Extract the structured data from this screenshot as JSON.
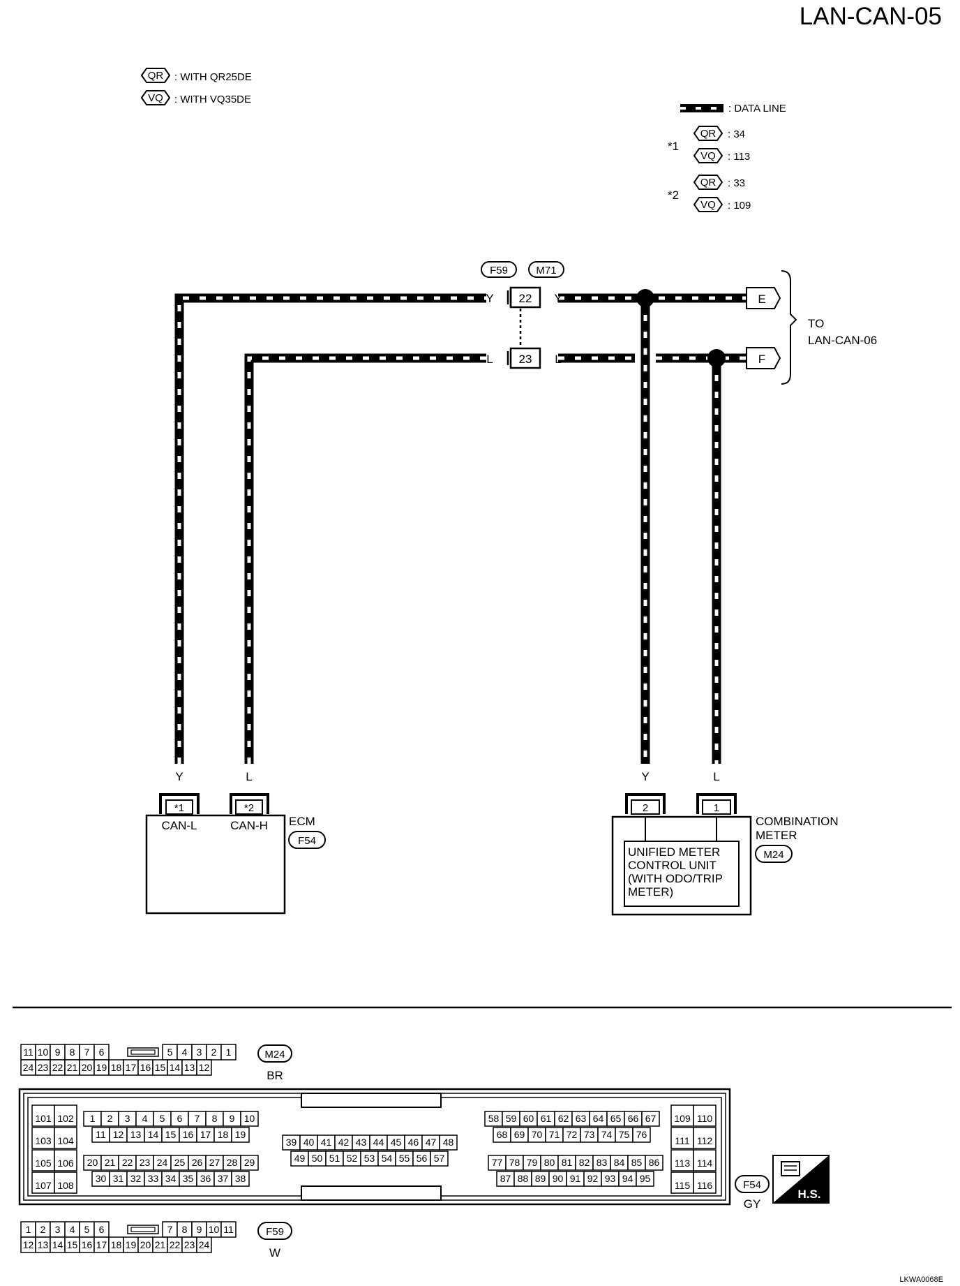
{
  "page_title": "LAN-CAN-05",
  "image_code": "LKWA0068E",
  "legend": {
    "qr_tag": "QR",
    "qr_text": ": WITH QR25DE",
    "vq_tag": "VQ",
    "vq_text": ": WITH VQ35DE",
    "data_line": ": DATA LINE",
    "note1_star": "*1",
    "note1_qr": ": 34",
    "note1_vq": ": 113",
    "note2_star": "*2",
    "note2_qr": ": 33",
    "note2_vq": ": 109"
  },
  "junction": {
    "conn_a": "F59",
    "conn_b": "M71",
    "pin_upper": "22",
    "pin_lower": "23"
  },
  "wire_colors": {
    "yellow": "Y",
    "blue": "L"
  },
  "destination": {
    "to": "TO",
    "target": "LAN-CAN-06",
    "arrow_e": "E",
    "arrow_f": "F"
  },
  "ecm": {
    "name": "ECM",
    "connector": "F54",
    "pin_l": "*1",
    "pin_h": "*2",
    "label_l": "CAN-L",
    "label_h": "CAN-H"
  },
  "meter": {
    "name_line1": "COMBINATION",
    "name_line2": "METER",
    "connector": "M24",
    "pin_2": "2",
    "pin_1": "1",
    "unit_lines": [
      "UNIFIED METER",
      "CONTROL UNIT",
      "(WITH ODO/TRIP",
      "METER)"
    ]
  },
  "connectors": {
    "m24": {
      "id": "M24",
      "color": "BR",
      "row1_left": [
        "11",
        "10",
        "9",
        "8",
        "7",
        "6"
      ],
      "row1_right": [
        "5",
        "4",
        "3",
        "2",
        "1"
      ],
      "row2": [
        "24",
        "23",
        "22",
        "21",
        "20",
        "19",
        "18",
        "17",
        "16",
        "15",
        "14",
        "13",
        "12"
      ]
    },
    "f54": {
      "id": "F54",
      "color": "GY",
      "left_block": [
        "101",
        "102",
        "103",
        "104",
        "105",
        "106",
        "107",
        "108"
      ],
      "g1": [
        "1",
        "2",
        "3",
        "4",
        "5",
        "6",
        "7",
        "8",
        "9",
        "10"
      ],
      "g2": [
        "11",
        "12",
        "13",
        "14",
        "15",
        "16",
        "17",
        "18",
        "19"
      ],
      "g3": [
        "20",
        "21",
        "22",
        "23",
        "24",
        "25",
        "26",
        "27",
        "28",
        "29"
      ],
      "g4": [
        "30",
        "31",
        "32",
        "33",
        "34",
        "35",
        "36",
        "37",
        "38"
      ],
      "g5": [
        "39",
        "40",
        "41",
        "42",
        "43",
        "44",
        "45",
        "46",
        "47",
        "48"
      ],
      "g6": [
        "49",
        "50",
        "51",
        "52",
        "53",
        "54",
        "55",
        "56",
        "57"
      ],
      "g7": [
        "58",
        "59",
        "60",
        "61",
        "62",
        "63",
        "64",
        "65",
        "66",
        "67"
      ],
      "g8": [
        "68",
        "69",
        "70",
        "71",
        "72",
        "73",
        "74",
        "75",
        "76"
      ],
      "g9": [
        "77",
        "78",
        "79",
        "80",
        "81",
        "82",
        "83",
        "84",
        "85",
        "86"
      ],
      "g10": [
        "87",
        "88",
        "89",
        "90",
        "91",
        "92",
        "93",
        "94",
        "95"
      ],
      "right_block": [
        "109",
        "110",
        "111",
        "112",
        "113",
        "114",
        "115",
        "116"
      ]
    },
    "f59": {
      "id": "F59",
      "color": "W",
      "row1_left": [
        "1",
        "2",
        "3",
        "4",
        "5",
        "6"
      ],
      "row1_right": [
        "7",
        "8",
        "9",
        "10",
        "11"
      ],
      "row2": [
        "12",
        "13",
        "14",
        "15",
        "16",
        "17",
        "18",
        "19",
        "20",
        "21",
        "22",
        "23",
        "24"
      ]
    }
  },
  "hs_badge": "H.S."
}
